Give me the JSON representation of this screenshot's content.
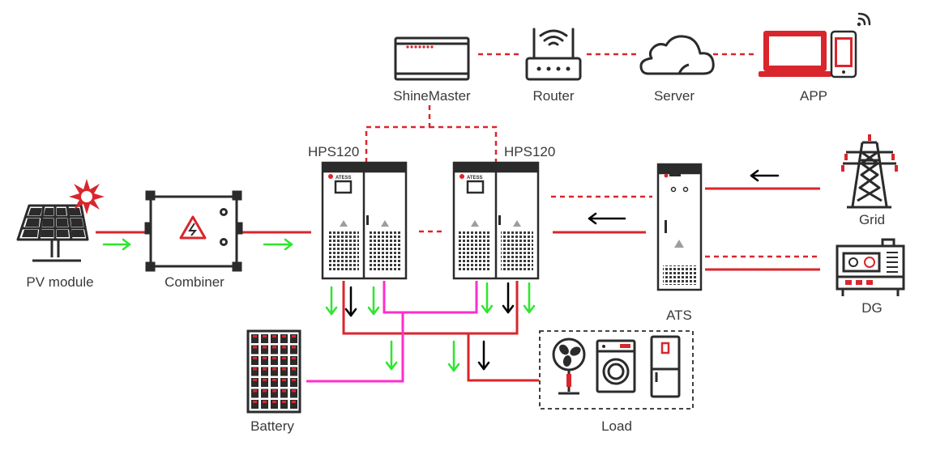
{
  "labels": {
    "pv_module": "PV module",
    "combiner": "Combiner",
    "shinemaster": "ShineMaster",
    "router": "Router",
    "server": "Server",
    "app": "APP",
    "hps_left": "HPS120",
    "hps_right": "HPS120",
    "ats": "ATS",
    "grid": "Grid",
    "dg": "DG",
    "battery": "Battery",
    "load": "Load"
  },
  "brand": {
    "inverter_logo": "ATESS"
  },
  "colors": {
    "ac_line": "#d9262c",
    "battery_line": "#ff2dcc",
    "pv_flow_arrow": "#2ee62e",
    "grid_flow_arrow": "#000000",
    "device_stroke": "#2b2b2b",
    "comm_line": "#d9262c"
  },
  "icons": [
    "pv-panel-icon",
    "sun-burst-icon",
    "combiner-box-icon",
    "shinemaster-icon",
    "router-icon",
    "cloud-server-icon",
    "laptop-icon",
    "phone-icon",
    "wifi-icon",
    "inverter-cabinet-icon",
    "ats-cabinet-icon",
    "transmission-tower-icon",
    "generator-icon",
    "battery-rack-icon",
    "fan-icon",
    "washing-machine-icon",
    "fridge-icon"
  ]
}
